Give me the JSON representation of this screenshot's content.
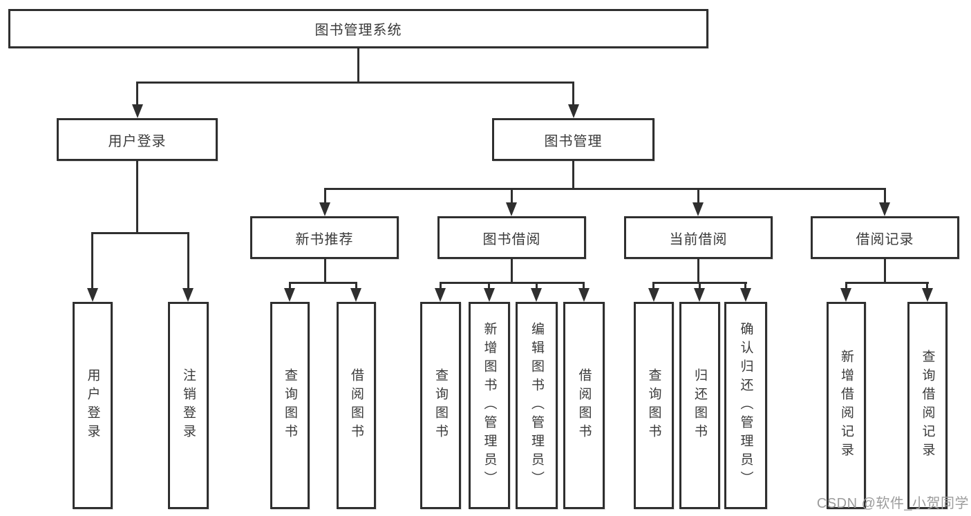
{
  "diagram": {
    "root": "图书管理系统",
    "level2": [
      "用户登录",
      "图书管理"
    ],
    "level3": [
      "新书推荐",
      "图书借阅",
      "当前借阅",
      "借阅记录"
    ],
    "leaves_login": [
      "用户登录",
      "注销登录"
    ],
    "leaves_recommend": [
      "查询图书",
      "借阅图书"
    ],
    "leaves_borrow": [
      "查询图书",
      "新增图书（管理员）",
      "编辑图书（管理员）",
      "借阅图书"
    ],
    "leaves_current": [
      "查询图书",
      "归还图书",
      "确认归还（管理员）"
    ],
    "leaves_records": [
      "新增借阅记录",
      "查询借阅记录"
    ]
  },
  "watermark": "CSDN @软件_小贺同学",
  "colors": {
    "line": "#2f2f2f",
    "box_border": "#2f2f2f",
    "box_background": "#ffffff",
    "text": "#3a3a3a",
    "watermark_text": "#9c9c9c"
  }
}
